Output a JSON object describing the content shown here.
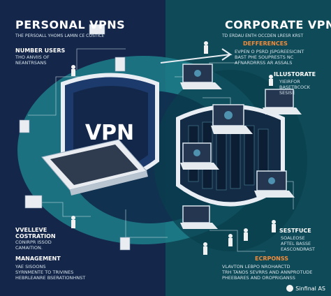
{
  "left": {
    "title": "PERSONAL VPNS",
    "subtitle": "THE PERSOALL YHOMS LAMIN CE COSTICE",
    "section1": {
      "head": "NUMBER USERS",
      "body": "THO ANVIIS OF\nNEANTRSANS"
    },
    "section2": {
      "head": "VVELLEVE\nCOSTRATION",
      "body": "CONIRPR ISSOD\nCAMAITION."
    },
    "section3": {
      "head": "MANAGEMENT",
      "body": "YAE SISOONS\nSYRNMENTE TO TRIVINES\nHEBRLEANRE BSERATIONHNST"
    }
  },
  "right": {
    "title": "CORPORATE VPN",
    "subtitle": "TD ERDAU ENTH OCCDEN LRESR KRST",
    "section1": {
      "head": "DEFFERENCES",
      "body": "EVPEN O PSRD JSPGREESICINT\nBAST PHE SOUPRESTS NC\nAFNARDRRSS AR ASSALS"
    },
    "section2": {
      "head": "ILLUSTORATE",
      "body": "YIEIRFOR\nBASETBCOCK\nSESISE"
    },
    "section3": {
      "head": "SESTFUCE",
      "body": "SOALEOSE\nAFTEL BASSE\nEASCONDRAST"
    },
    "section4": {
      "head": "ECRPONSS",
      "body": "VLAVTON LEBPO NROHARCTD\nTRH TANOS SEVRRS AND ANNPROTUDE\nPHEEBARES AND OROPRIGANSS"
    }
  },
  "shield_label": "VPN",
  "brand": "Sinfinal AS",
  "colors": {
    "left_bg": "#14264a",
    "right_bg": "#0e4a57",
    "accent": "#f28b3a",
    "teal": "#1d8a94"
  }
}
